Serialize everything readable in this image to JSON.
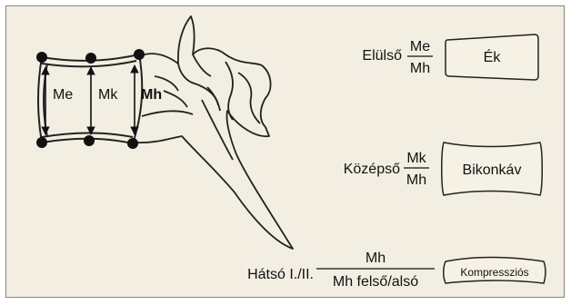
{
  "vertebra": {
    "height_labels": [
      "Me",
      "Mk",
      "Mh"
    ]
  },
  "ratios": [
    {
      "label": "Elülső",
      "numerator": "Me",
      "denominator": "Mh",
      "shape": "Ék"
    },
    {
      "label": "Középső",
      "numerator": "Mk",
      "denominator": "Mh",
      "shape": "Bikonkáv"
    },
    {
      "label": "Hátsó I./II.",
      "numerator": "Mh",
      "denominator": "Mh felső/alsó",
      "shape": "Kompressziós"
    }
  ]
}
